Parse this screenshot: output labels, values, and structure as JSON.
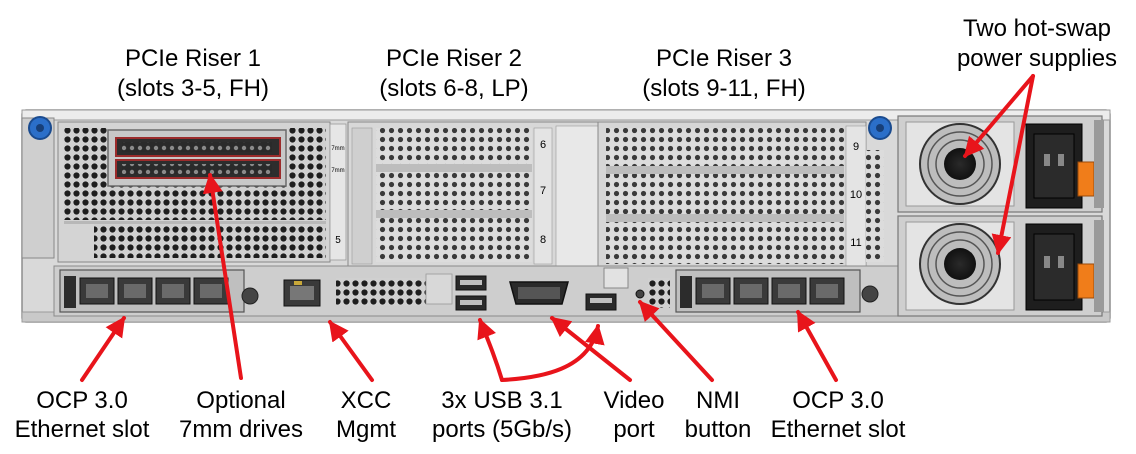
{
  "top_labels": {
    "riser1": {
      "line1": "PCIe Riser 1",
      "line2": "(slots 3-5, FH)"
    },
    "riser2": {
      "line1": "PCIe Riser 2",
      "line2": "(slots 6-8, LP)"
    },
    "riser3": {
      "line1": "PCIe Riser 3",
      "line2": "(slots 9-11, FH)"
    },
    "psu": {
      "line1": "Two hot-swap",
      "line2": "power supplies"
    }
  },
  "bottom_labels": {
    "ocp_left": {
      "line1": "OCP 3.0",
      "line2": "Ethernet slot"
    },
    "drives": {
      "line1": "Optional",
      "line2": "7mm drives"
    },
    "xcc": {
      "line1": "XCC",
      "line2": "Mgmt"
    },
    "usb": {
      "line1": "3x USB 3.1",
      "line2": "ports (5Gb/s)"
    },
    "video": {
      "line1": "Video",
      "line2": "port"
    },
    "nmi": {
      "line1": "NMI",
      "line2": "button"
    },
    "ocp_right": {
      "line1": "OCP 3.0",
      "line2": "Ethernet slot"
    }
  },
  "slot_numbers": {
    "s5": "5",
    "s6": "6",
    "s7": "7",
    "s8": "8",
    "s9": "9",
    "s10": "10",
    "s11": "11",
    "mm1": "7mm",
    "mm2": "7mm"
  },
  "colors": {
    "arrow": "#e8141b",
    "chassis": "#d9d9d9",
    "chassis_dark": "#9c9c9c",
    "thumbscrew": "#2b6fc9",
    "psu_handle": "#f07d1a",
    "drive_red": "#9b2b2b"
  }
}
